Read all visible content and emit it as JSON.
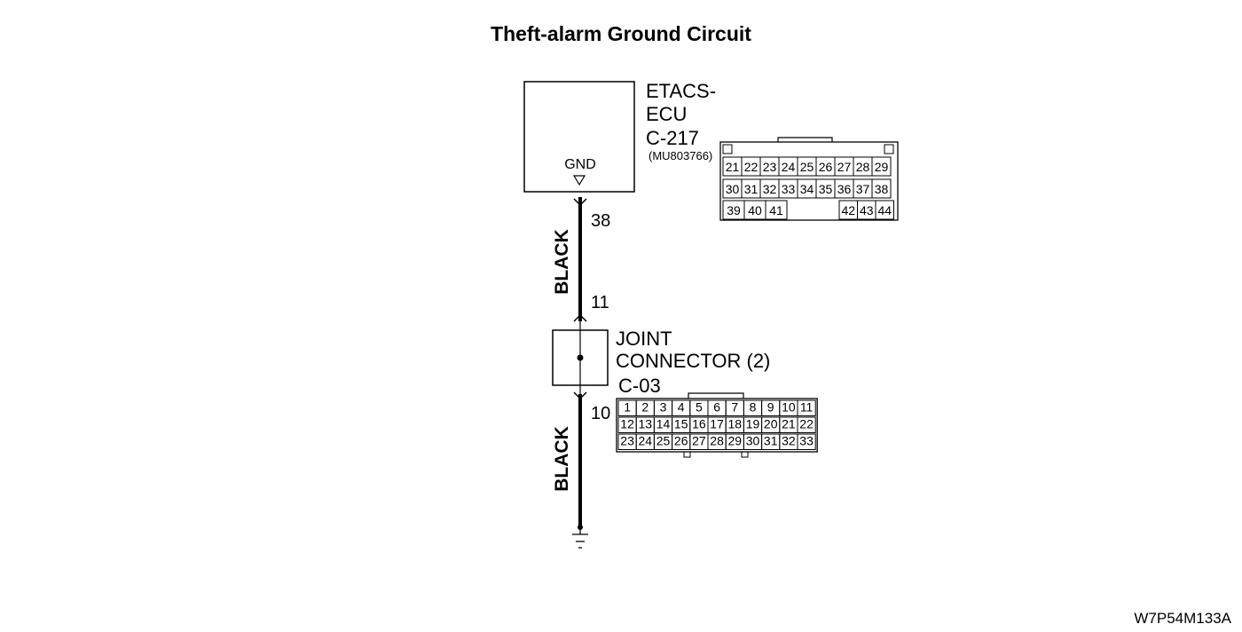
{
  "title": "Theft-alarm Ground Circuit",
  "ecu": {
    "name_line1": "ETACS-",
    "name_line2": "ECU",
    "connector": "C-217",
    "part_number": "(MU803766)",
    "terminal_label": "GND",
    "pins_row1": [
      "21",
      "22",
      "23",
      "24",
      "25",
      "26",
      "27",
      "28",
      "29"
    ],
    "pins_row2": [
      "30",
      "31",
      "32",
      "33",
      "34",
      "35",
      "36",
      "37",
      "38"
    ],
    "pins_row3_left": [
      "39",
      "40",
      "41"
    ],
    "pins_row3_right": [
      "42",
      "43",
      "44"
    ]
  },
  "wire_upper": {
    "color": "BLACK",
    "pin_top": "38",
    "pin_bottom": "11"
  },
  "joint": {
    "name_line1": "JOINT",
    "name_line2": "CONNECTOR (2)",
    "connector": "C-03",
    "pins_row1": [
      "1",
      "2",
      "3",
      "4",
      "5",
      "6",
      "7",
      "8",
      "9",
      "10",
      "11"
    ],
    "pins_row2": [
      "12",
      "13",
      "14",
      "15",
      "16",
      "17",
      "18",
      "19",
      "20",
      "21",
      "22"
    ],
    "pins_row3": [
      "23",
      "24",
      "25",
      "26",
      "27",
      "28",
      "29",
      "30",
      "31",
      "32",
      "33"
    ]
  },
  "wire_lower": {
    "color": "BLACK",
    "pin_top": "10"
  },
  "figure_code": "W7P54M133A"
}
